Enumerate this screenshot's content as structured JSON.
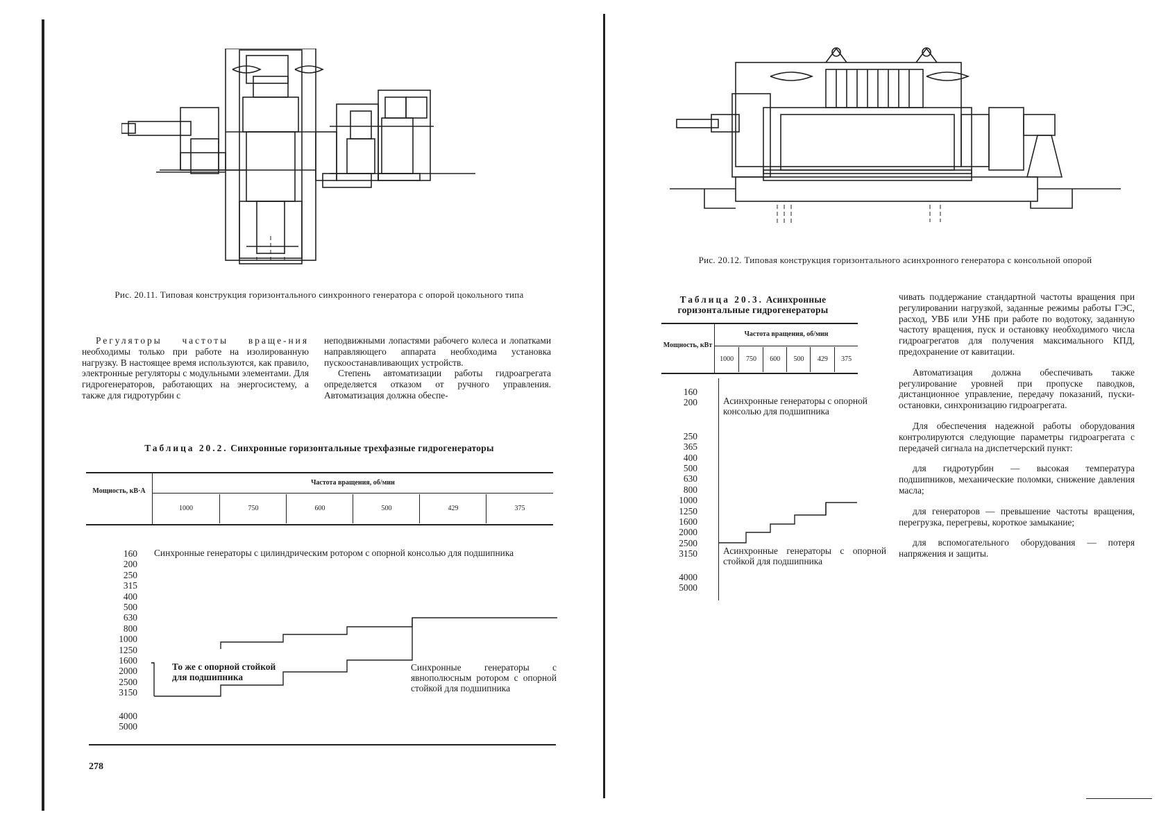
{
  "left_page": {
    "figure_caption": "Рис. 20.11. Типовая конструкция горизонтального синхронного генератора с опорой цокольного типа",
    "col1_lead": "Регуляторы частоты враще-ния",
    "col1_text": " необходимы только при работе на изолированную нагрузку. В настоящее время используются, как правило, электронные регуляторы с модульными элементами. Для гидрогенераторов, работающих на энергосистему, а также для гидротурбин с",
    "col2_p1": "неподвижными лопастями рабочего колеса и лопатками направляющего аппарата необходима установка пускоостанавливающих устройств.",
    "col2_p2": "Степень автоматизации работы гидроагрегата определяется отказом от ручного управления. Автоматизация должна обеспе-",
    "table": {
      "title_label": "Таблица 20.2.",
      "title_text": " Синхронные горизонтальные трехфазные гидрогенераторы",
      "col_header": "Мощность, кВ·А",
      "group_header": "Частота вращения, об/мин",
      "speeds": [
        "1000",
        "750",
        "600",
        "500",
        "429",
        "375"
      ],
      "powers": [
        "160",
        "200",
        "250",
        "315",
        "400",
        "500",
        "630",
        "800",
        "1000",
        "1250",
        "1600",
        "2000",
        "2500",
        "3150",
        "4000",
        "5000"
      ],
      "region_top": "Синхронные генераторы с цилиндрическим ротором с опорной консолью для подшипника",
      "region_left": "То же с опорной стойкой для подшипника",
      "region_right": "Синхронные генераторы с явнополюсным ротором с опорной стойкой для подшипника"
    },
    "page_number": "278"
  },
  "right_page": {
    "figure_caption": "Рис. 20.12. Типовая конструкция горизонтального асинхронного генератора с консольной опорой",
    "table": {
      "title_label": "Таблица 20.3.",
      "title_text": " Асинхронные горизонтальные гидрогенераторы",
      "col_header": "Мощность, кВт",
      "group_header": "Частота вращения, об/мин",
      "speeds": [
        "1000",
        "750",
        "600",
        "500",
        "429",
        "375"
      ],
      "powers": [
        "160",
        "200",
        "250",
        "365",
        "400",
        "500",
        "630",
        "800",
        "1000",
        "1250",
        "1600",
        "2000",
        "2500",
        "3150",
        "4000",
        "5000"
      ],
      "region_top": "Асинхронные генераторы с опорной консолью для подшипника",
      "region_bottom": "Асинхронные генераторы с опорной стойкой для подшипника"
    },
    "p1": "чивать поддержание стандартной частоты вращения при регулировании нагрузкой, заданные режимы работы ГЭС, расход, УВБ или УНБ при работе по водотоку, заданную частоту вращения, пуск и остановку необходимого числа гидроагрегатов для получения максимального КПД, предохранение от кавитации.",
    "p2": "Автоматизация должна обеспечивать также регулирование уровней при пропуске паводков, дистанционное управление, передачу показаний, пуски-остановки, синхронизацию гидроагрегата.",
    "p3": "Для обеспечения надежной работы оборудования контролируются следующие параметры гидроагрегата с передачей сигнала на диспетчерский пункт:",
    "p4": "для гидротурбин — высокая температура подшипников, механические поломки, снижение давления масла;",
    "p5": "для генераторов — превышение частоты вращения, перегрузка, перегревы, короткое замыкание;",
    "p6": "для вспомогательного оборудования — потеря напряжения и защиты."
  }
}
